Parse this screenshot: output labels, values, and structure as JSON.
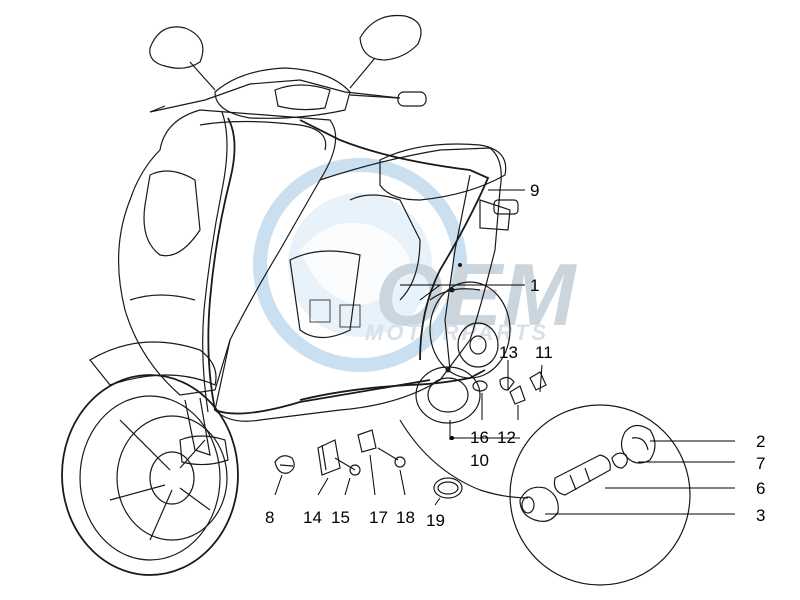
{
  "diagram": {
    "watermark": {
      "main": "OEM",
      "sub": "MOTORPARTS"
    },
    "callouts": [
      {
        "number": "1"
      },
      {
        "number": "2"
      },
      {
        "number": "3"
      },
      {
        "number": "6"
      },
      {
        "number": "7"
      },
      {
        "number": "8"
      },
      {
        "number": "9"
      },
      {
        "number": "10"
      },
      {
        "number": "11"
      },
      {
        "number": "12"
      },
      {
        "number": "13"
      },
      {
        "number": "14"
      },
      {
        "number": "15"
      },
      {
        "number": "16"
      },
      {
        "number": "17"
      },
      {
        "number": "18"
      },
      {
        "number": "19"
      }
    ]
  }
}
